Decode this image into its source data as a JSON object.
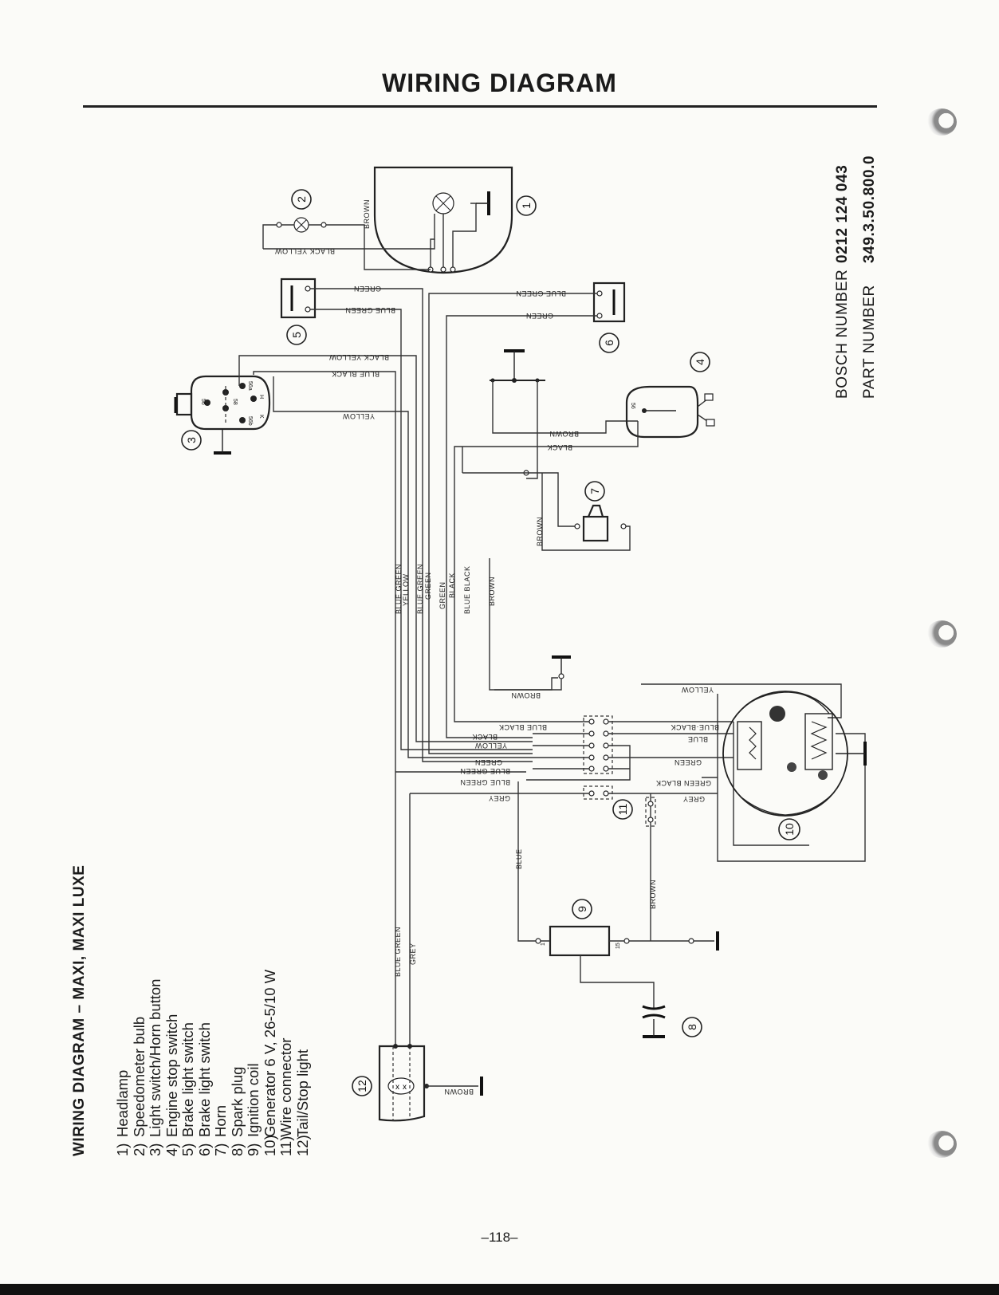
{
  "page": {
    "title": "WIRING DIAGRAM",
    "page_number": "–118–"
  },
  "legend": {
    "heading": "WIRING DIAGRAM  –  MAXI, MAXI LUXE",
    "items": [
      {
        "num": "1)",
        "text": "Headlamp"
      },
      {
        "num": "2)",
        "text": "Speedometer bulb"
      },
      {
        "num": "3)",
        "text": "Light switch/Horn button"
      },
      {
        "num": "4)",
        "text": "Engine stop switch"
      },
      {
        "num": "5)",
        "text": "Brake light switch"
      },
      {
        "num": "6)",
        "text": "Brake light switch"
      },
      {
        "num": "7)",
        "text": "Horn"
      },
      {
        "num": "8)",
        "text": "Spark plug"
      },
      {
        "num": "9)",
        "text": "Ignition coil"
      },
      {
        "num": "10)",
        "text": "Generator 6 V, 26-5/10 W"
      },
      {
        "num": "11)",
        "text": "Wire connector"
      },
      {
        "num": "12)",
        "text": "Tail/Stop light"
      }
    ]
  },
  "part_info": {
    "bosch_label": "BOSCH NUMBER",
    "bosch_value": "0212 124 043",
    "part_label": "PART NUMBER",
    "part_value": "349.3.50.800.0"
  },
  "component_numbers": {
    "c1": "1",
    "c2": "2",
    "c3": "3",
    "c4": "4",
    "c5": "5",
    "c6": "6",
    "c7": "7",
    "c8": "8",
    "c9": "9",
    "c10": "10",
    "c11": "11",
    "c12": "12"
  },
  "wire_labels": {
    "black_yellow": "BLACK YELLOW",
    "brown": "BROWN",
    "green": "GREEN",
    "blue_green": "BLUE GREEN",
    "blue_black": "BLUE BLACK",
    "yellow": "YELLOW",
    "black": "BLACK",
    "blue": "BLUE",
    "grey": "GREY",
    "green_black": "GREEN BLACK",
    "blue_black_dot": "BLUE·BLACK"
  },
  "terminal_labels": {
    "t56": "56",
    "t58": "58",
    "t56a": "56a",
    "t56b": "56b",
    "tH": "H",
    "tK": "K",
    "t1": "1",
    "t15": "15"
  }
}
